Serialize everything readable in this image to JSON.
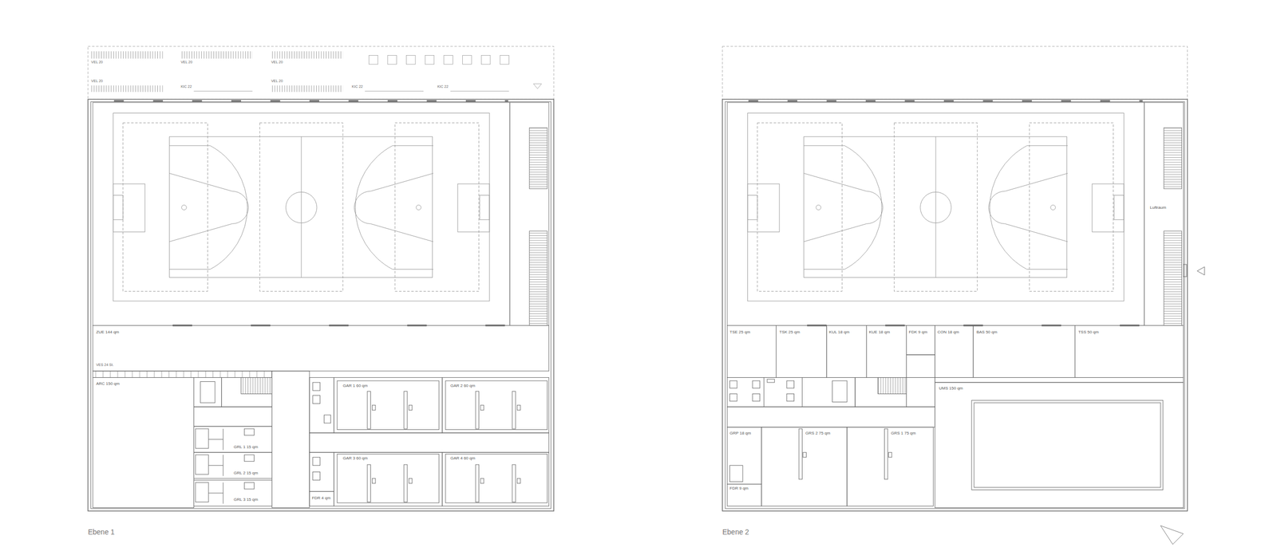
{
  "diagram": {
    "nodes": [
      {
        "text": [
          "Ebene 1"
        ]
      },
      {
        "text": [
          "ZUE 144 qm"
        ],
        "in": 0
      },
      {
        "text": [
          "ARC 150 qm"
        ],
        "in": 0
      },
      {
        "text": [
          "GAR 1 60 qm"
        ],
        "in": 0
      },
      {
        "text": [
          "GAR 2 60 qm"
        ],
        "in": 0
      },
      {
        "text": [
          "GRL 1 15 qm"
        ],
        "in": 0
      },
      {
        "text": [
          "GAR 3 60 qm"
        ],
        "in": 0
      },
      {
        "text": [
          "GAR 4 60 qm"
        ],
        "in": 0
      },
      {
        "text": [
          "GRL 2 15 qm"
        ],
        "in": 0
      },
      {
        "text": [
          "FDR 4 qm"
        ],
        "in": 0
      },
      {
        "text": [
          "GRL 3 15 qm"
        ],
        "in": 0
      },
      {
        "text": [
          "Ebene 2"
        ]
      },
      {
        "text": [
          "Luftraum"
        ],
        "in": 11
      },
      {
        "text": [
          "TSE 25 qm"
        ],
        "in": 11
      },
      {
        "text": [
          "TSK 25 qm"
        ],
        "in": 11
      },
      {
        "text": [
          "KUL 18 qm"
        ],
        "in": 11
      },
      {
        "text": [
          "KUE 18 qm"
        ],
        "in": 11
      },
      {
        "text": [
          "FDK 9 qm"
        ],
        "in": 11
      },
      {
        "text": [
          "CON 18 qm"
        ],
        "in": 11
      },
      {
        "text": [
          "BAS 50 qm"
        ],
        "in": 11
      },
      {
        "text": [
          "TSS 50 qm"
        ],
        "in": 11
      },
      {
        "text": [
          "UMS 150 qm"
        ],
        "in": 11
      },
      {
        "text": [
          "GRP 18 qm"
        ],
        "in": 11
      },
      {
        "text": [
          "GRS 2 75 qm"
        ],
        "in": 11
      },
      {
        "text": [
          "GRS 1 75 qm"
        ],
        "in": 11
      },
      {
        "text": [
          "FDR 9 qm"
        ],
        "in": 11
      }
    ],
    "labels": [
      "VEL 20",
      "VEL 20",
      "VEL 20",
      "VEL 20",
      "KIC 22",
      "VEL 20",
      "KIC 22",
      "KIC 22",
      "VES 24 St."
    ]
  }
}
